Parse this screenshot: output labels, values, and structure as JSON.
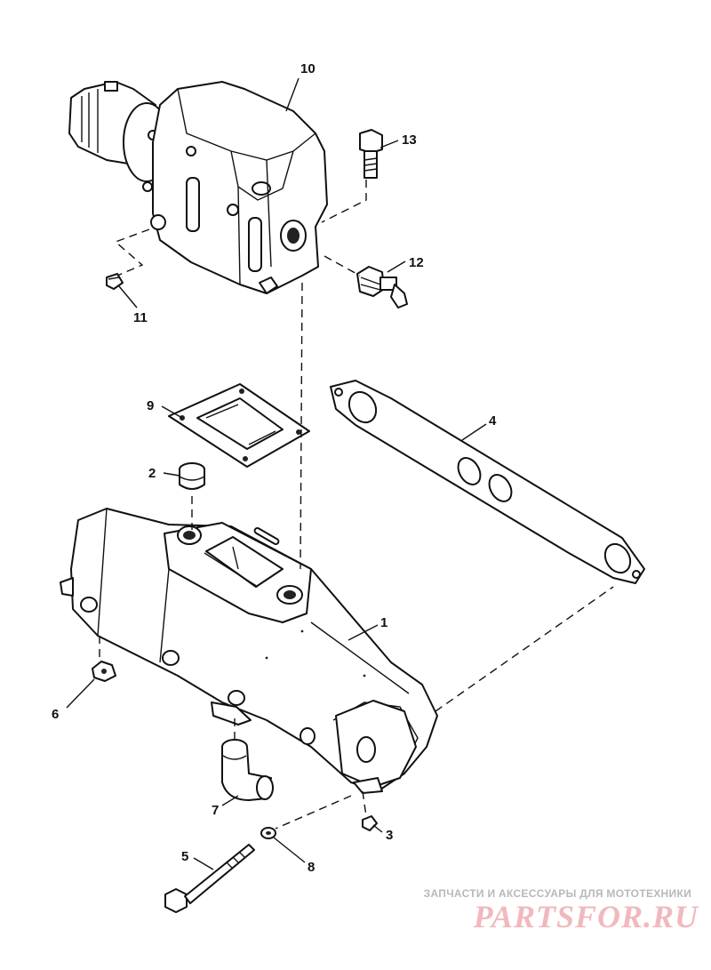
{
  "diagram": {
    "callouts": [
      {
        "id": "callout-1",
        "label": "1"
      },
      {
        "id": "callout-2",
        "label": "2"
      },
      {
        "id": "callout-3",
        "label": "3"
      },
      {
        "id": "callout-4",
        "label": "4"
      },
      {
        "id": "callout-5",
        "label": "5"
      },
      {
        "id": "callout-6",
        "label": "6"
      },
      {
        "id": "callout-7",
        "label": "7"
      },
      {
        "id": "callout-8",
        "label": "8"
      },
      {
        "id": "callout-9",
        "label": "9"
      },
      {
        "id": "callout-10",
        "label": "10"
      },
      {
        "id": "callout-11",
        "label": "11"
      },
      {
        "id": "callout-12",
        "label": "12"
      },
      {
        "id": "callout-13",
        "label": "13"
      }
    ]
  },
  "watermark": {
    "caption": "ЗАПЧАСТИ И АКСЕССУАРЫ ДЛЯ МОТОТЕХНИКИ",
    "logo": "PARTSFOR.RU"
  }
}
